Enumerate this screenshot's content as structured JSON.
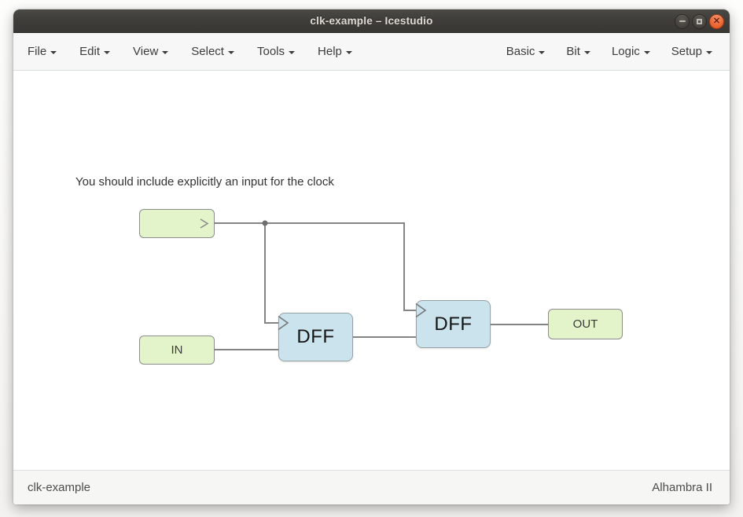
{
  "window": {
    "title": "clk-example – Icestudio",
    "controls": [
      {
        "name": "minimize"
      },
      {
        "name": "maximize"
      },
      {
        "name": "close",
        "glyph": "✕"
      }
    ]
  },
  "menubar": {
    "left": [
      {
        "label": "File"
      },
      {
        "label": "Edit"
      },
      {
        "label": "View"
      },
      {
        "label": "Select"
      },
      {
        "label": "Tools"
      },
      {
        "label": "Help"
      }
    ],
    "right": [
      {
        "label": "Basic"
      },
      {
        "label": "Bit"
      },
      {
        "label": "Logic"
      },
      {
        "label": "Setup"
      }
    ]
  },
  "canvas": {
    "note": "You should include explicitly an input for the clock",
    "blocks": {
      "clock_input": {
        "type": "input",
        "label": "",
        "icon": "clock-chevron"
      },
      "in": {
        "type": "input",
        "label": "IN"
      },
      "dff1": {
        "type": "logic",
        "label": "DFF"
      },
      "dff2": {
        "type": "logic",
        "label": "DFF"
      },
      "out": {
        "type": "output",
        "label": "OUT"
      }
    }
  },
  "statusbar": {
    "project": "clk-example",
    "board": "Alhambra II"
  },
  "colors": {
    "titlebar_bg": "#403e3a",
    "close_button": "#ee6736",
    "menubar_bg": "#f7f7f7",
    "io_block_fill": "#e4f4ca",
    "io_block_border": "#8c8c8c",
    "dff_block_fill": "#cbe3ed",
    "dff_block_border": "#96a1a6",
    "wire": "#848484",
    "canvas_bg": "#ffffff"
  }
}
